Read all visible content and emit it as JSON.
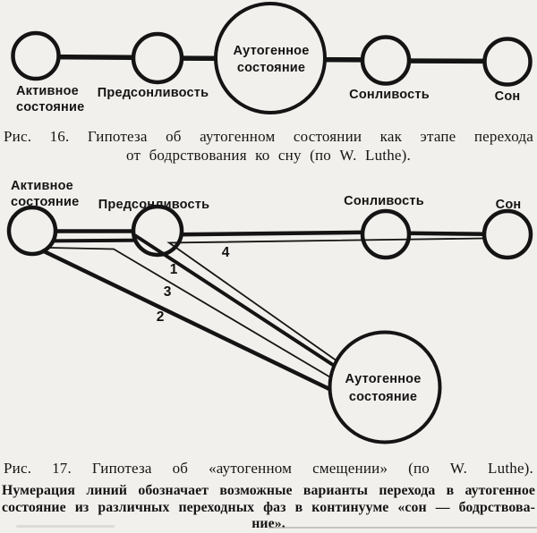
{
  "colors": {
    "paper": "#f2f0ec",
    "ink": "#141414"
  },
  "figure16": {
    "nodes": [
      {
        "id": "active-state",
        "label": [
          "Активное",
          "состояние"
        ]
      },
      {
        "id": "pre-drowsiness",
        "label": [
          "Предсонливость"
        ]
      },
      {
        "id": "autogenic-state",
        "label": [
          "Аутогенное",
          "состояние"
        ]
      },
      {
        "id": "drowsiness",
        "label": [
          "Сонливость"
        ]
      },
      {
        "id": "sleep",
        "label": [
          "Сон"
        ]
      }
    ],
    "caption": [
      "Рис. 16. Гипотеза об аутогенном состоянии как этапе перехода",
      "от бодрствования ко сну (по W. Luthe)."
    ]
  },
  "figure17": {
    "nodes": [
      {
        "id": "active-state",
        "label": [
          "Активное",
          "состояние"
        ]
      },
      {
        "id": "pre-drowsiness",
        "label": [
          "Предсонливость"
        ]
      },
      {
        "id": "drowsiness",
        "label": [
          "Сонливость"
        ]
      },
      {
        "id": "sleep",
        "label": [
          "Сон"
        ]
      },
      {
        "id": "autogenic-state",
        "label": [
          "Аутогенное",
          "состояние"
        ]
      }
    ],
    "line_numbers": [
      "1",
      "2",
      "3",
      "4"
    ],
    "caption": "Рис. 17. Гипотеза об «аутогенном смещении» (по W. Luthe).",
    "note": [
      "Нумерация линий обозначает возможные варианты перехода в аутогенное",
      "состояние из различных переходных фаз в континууме «сон — бодрствова-",
      "ние»."
    ]
  }
}
